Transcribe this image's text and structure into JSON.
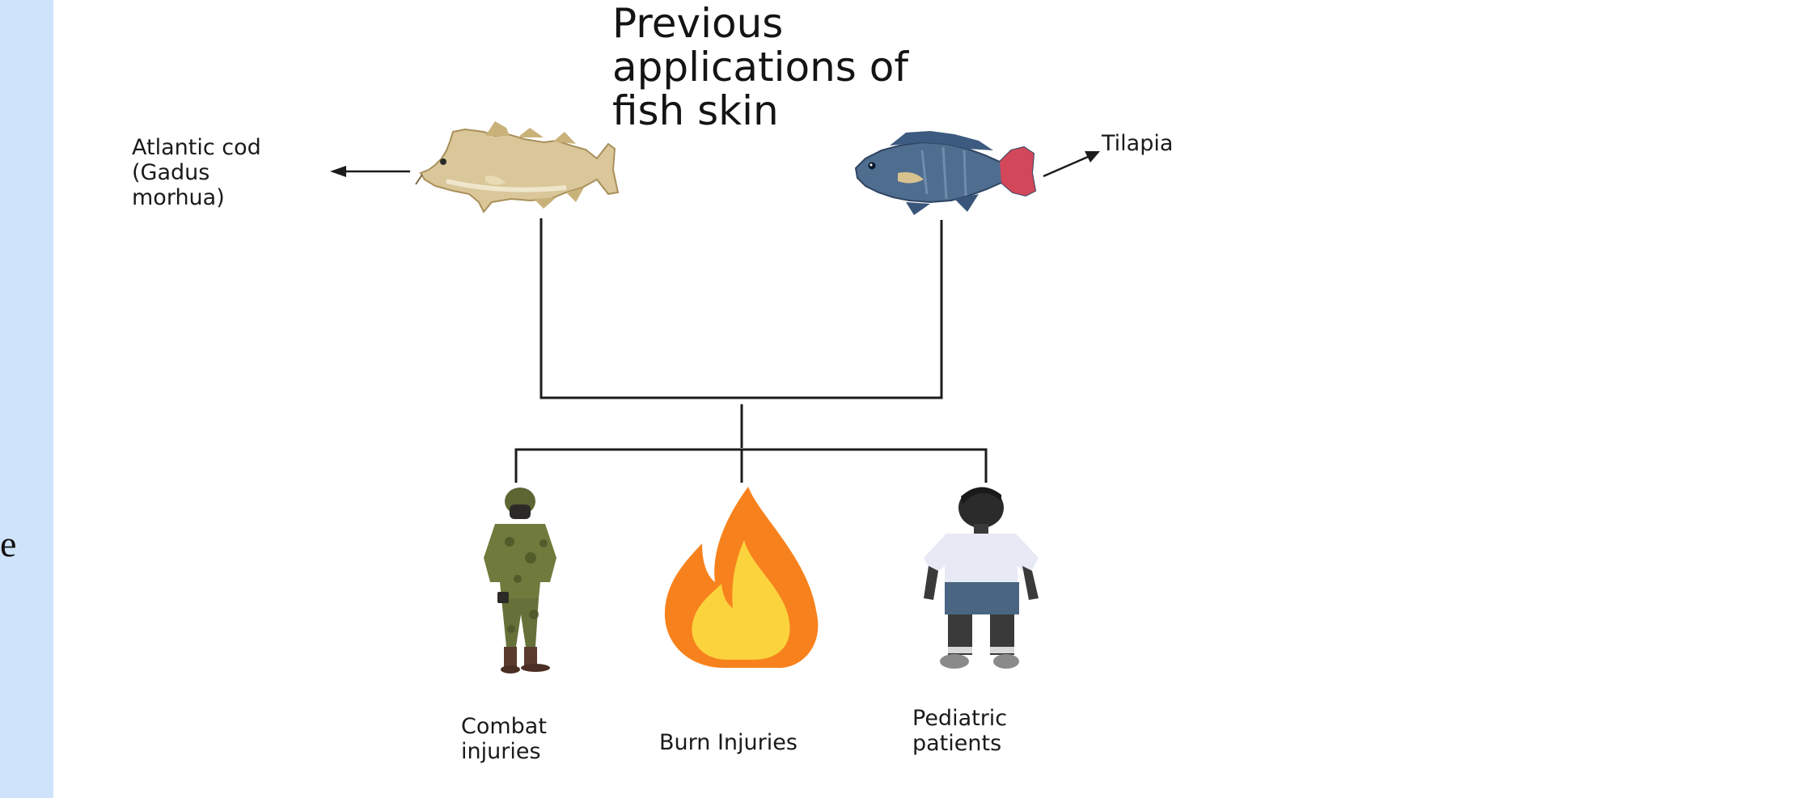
{
  "sidebar": {
    "fragment_text": "e"
  },
  "diagram": {
    "title": "Previous\napplications of\nfish skin",
    "fish": [
      {
        "label": "Atlantic cod\n(Gadus\nmorhua)",
        "icon": "cod-fish-icon"
      },
      {
        "label": "Tilapia",
        "icon": "tilapia-fish-icon"
      }
    ],
    "applications": [
      {
        "label": "Combat\ninjuries",
        "icon": "soldier-icon"
      },
      {
        "label": "Burn Injuries",
        "icon": "flame-icon"
      },
      {
        "label": "Pediatric\npatients",
        "icon": "child-icon"
      }
    ]
  },
  "colors": {
    "sidebar": "#cfe3fb",
    "connector": "#1c1c1c",
    "cod_body": "#d9c79a",
    "tilapia_body": "#4f6d8f",
    "tilapia_fin": "#d2475a",
    "flame_outer": "#f7821d",
    "flame_inner": "#fbd33d",
    "camouflage": "#6f7a3c",
    "shirt": "#e7eaf4",
    "shorts": "#4a6581"
  }
}
